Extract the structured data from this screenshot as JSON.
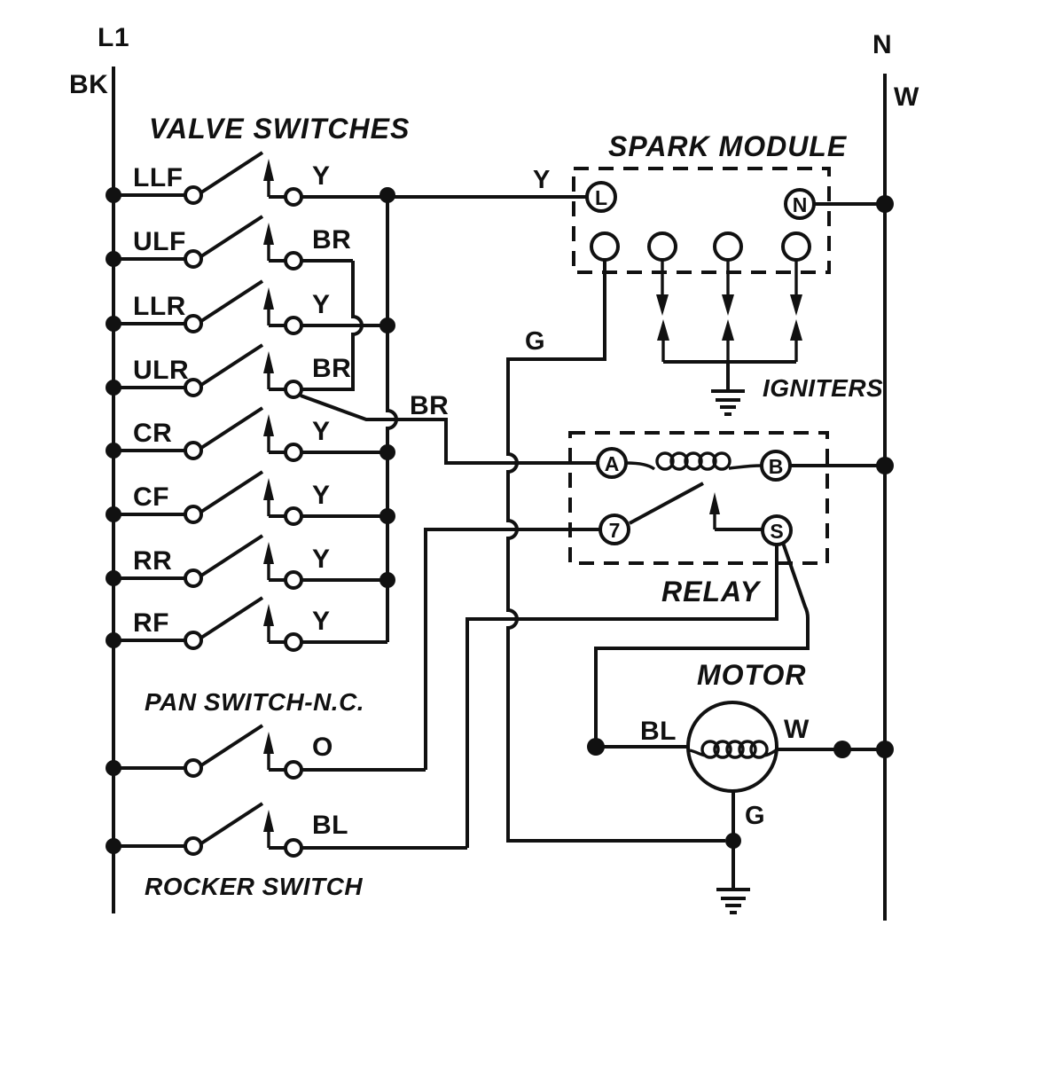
{
  "left_bus": {
    "top_label": "L1",
    "wire_label": "BK"
  },
  "right_bus": {
    "top_label": "N",
    "wire_label": "W"
  },
  "valve_switches": {
    "title": "VALVE SWITCHES",
    "rows": [
      {
        "name": "LLF",
        "wire": "Y"
      },
      {
        "name": "ULF",
        "wire": "BR"
      },
      {
        "name": "LLR",
        "wire": "Y"
      },
      {
        "name": "ULR",
        "wire": "BR"
      },
      {
        "name": "CR",
        "wire": "Y"
      },
      {
        "name": "CF",
        "wire": "Y"
      },
      {
        "name": "RR",
        "wire": "Y"
      },
      {
        "name": "RF",
        "wire": "Y"
      }
    ],
    "branch_wire_label": "BR"
  },
  "spark_module": {
    "title": "SPARK MODULE",
    "input_wire": "Y",
    "line_terminal": "L",
    "neutral_terminal": "N",
    "ground_wire": "G"
  },
  "igniters": {
    "label": "IGNITERS"
  },
  "relay": {
    "title": "RELAY",
    "coil_terminal_a": "A",
    "coil_terminal_b": "B",
    "common_terminal": "7",
    "switched_terminal": "S"
  },
  "motor": {
    "title": "MOTOR",
    "feed_wire": "BL",
    "neutral_wire": "W",
    "ground_wire": "G"
  },
  "pan_switch": {
    "title": "PAN SWITCH-N.C.",
    "wire": "O"
  },
  "rocker_switch": {
    "title": "ROCKER SWITCH",
    "wire": "BL"
  },
  "colors": {
    "ink": "#111111",
    "paper": "#ffffff"
  }
}
